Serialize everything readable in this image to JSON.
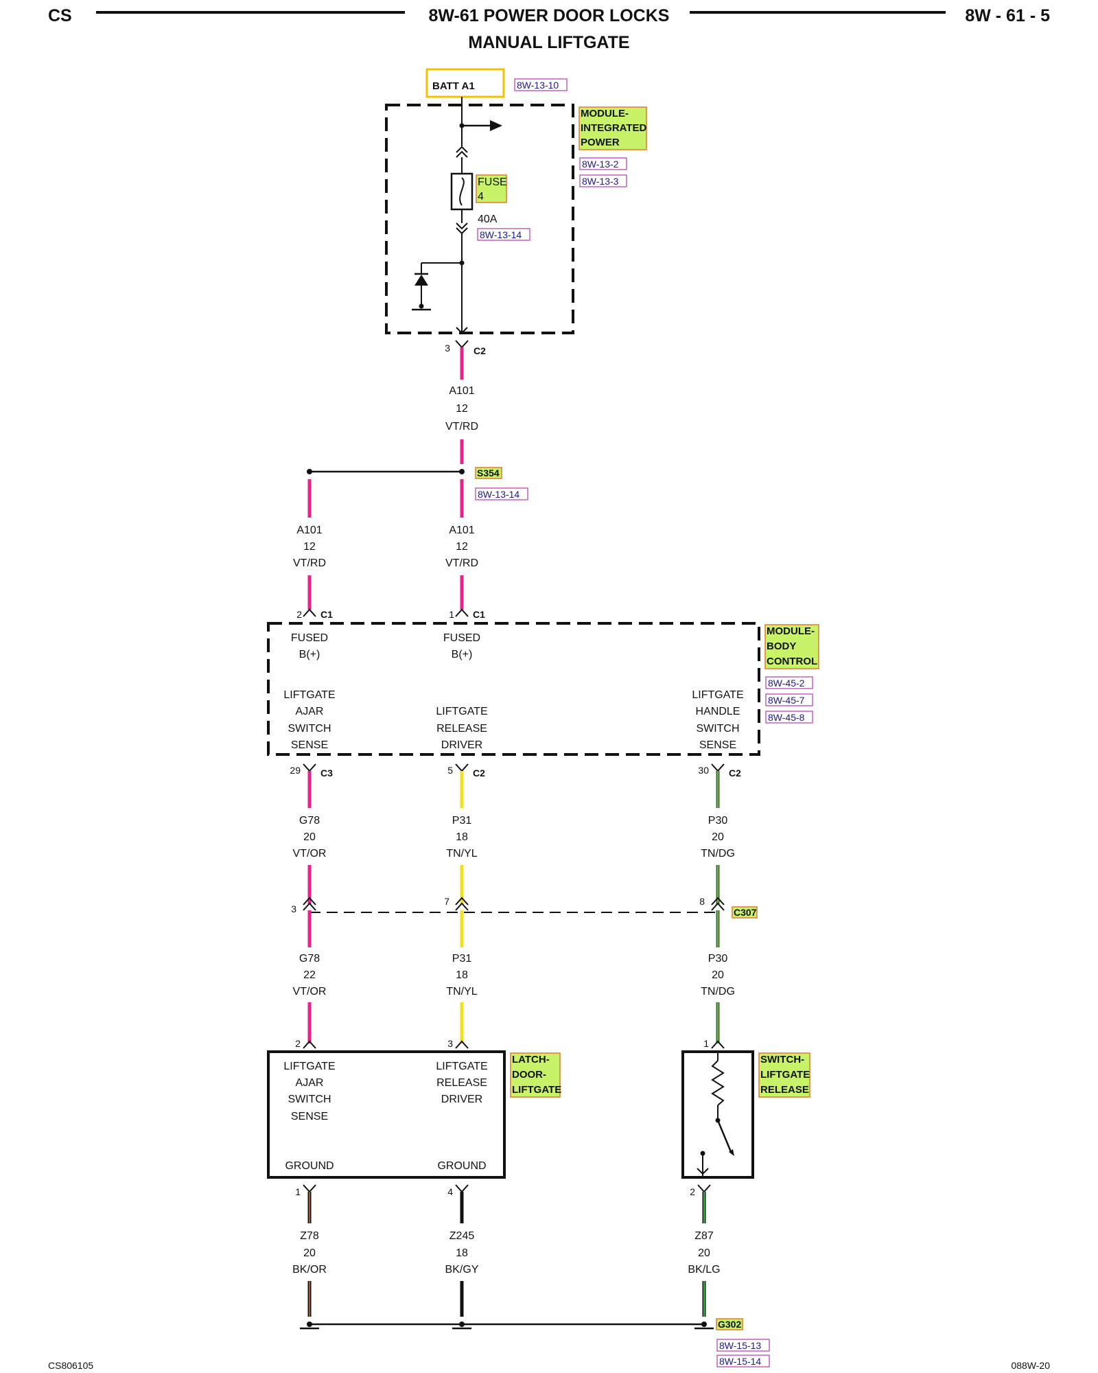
{
  "header": {
    "left": "CS",
    "title": "8W-61 POWER DOOR LOCKS",
    "subtitle": "MANUAL LIFTGATE",
    "right": "8W - 61 - 5"
  },
  "footer": {
    "left": "CS806105",
    "right": "088W-20"
  },
  "colors": {
    "vt_rd": "#e8238f",
    "tn_yl": "#f0e020",
    "tn_dg": "#1e7a2e",
    "bk": "#111111",
    "highlight": "#c8f268",
    "highlight_border": "#e07a30",
    "batt_border": "#f2c200",
    "ref_border": "#c060c0"
  },
  "battery": {
    "label": "BATT A1",
    "ref": "8W-13-10"
  },
  "ipm": {
    "name": [
      "MODULE-",
      "INTEGRATED",
      "POWER"
    ],
    "refs": [
      "8W-13-2",
      "8W-13-3"
    ],
    "fuse": [
      "FUSE",
      "4"
    ],
    "fuse_rating": "40A",
    "fuse_ref": "8W-13-14",
    "connector": "C2",
    "pin": "3"
  },
  "wire_a101_top": [
    "A101",
    "12",
    "VT/RD"
  ],
  "splice": {
    "label": "S354",
    "ref": "8W-13-14"
  },
  "wire_a101_left": [
    "A101",
    "12",
    "VT/RD"
  ],
  "wire_a101_right": [
    "A101",
    "12",
    "VT/RD"
  ],
  "bcm": {
    "name": [
      "MODULE-",
      "BODY",
      "CONTROL"
    ],
    "refs": [
      "8W-45-2",
      "8W-45-7",
      "8W-45-8"
    ],
    "pin_fused_left": "2",
    "conn_fused_left": "C1",
    "pin_fused_right": "1",
    "conn_fused_right": "C1",
    "fused_left": [
      "FUSED",
      "B(+)"
    ],
    "fused_right": [
      "FUSED",
      "B(+)"
    ],
    "ajar": [
      "LIFTGATE",
      "AJAR",
      "SWITCH",
      "SENSE"
    ],
    "release": [
      "LIFTGATE",
      "RELEASE",
      "DRIVER"
    ],
    "handle": [
      "LIFTGATE",
      "HANDLE",
      "SWITCH",
      "SENSE"
    ],
    "pin_ajar": "29",
    "conn_ajar": "C3",
    "pin_release": "5",
    "conn_release": "C2",
    "pin_handle": "30",
    "conn_handle": "C2"
  },
  "wire_g78_a": [
    "G78",
    "20",
    "VT/OR"
  ],
  "wire_p31_a": [
    "P31",
    "18",
    "TN/YL"
  ],
  "wire_p30_a": [
    "P30",
    "20",
    "TN/DG"
  ],
  "c307": {
    "label": "C307",
    "pin_g78": "3",
    "pin_p31": "7",
    "pin_p30": "8"
  },
  "wire_g78_b": [
    "G78",
    "22",
    "VT/OR"
  ],
  "wire_p31_b": [
    "P31",
    "18",
    "TN/YL"
  ],
  "wire_p30_b": [
    "P30",
    "20",
    "TN/DG"
  ],
  "latch": {
    "name": [
      "LATCH-",
      "DOOR-",
      "LIFTGATE"
    ],
    "pin_ajar": "2",
    "pin_release": "3",
    "ajar": [
      "LIFTGATE",
      "AJAR",
      "SWITCH",
      "SENSE"
    ],
    "release": [
      "LIFTGATE",
      "RELEASE",
      "DRIVER"
    ],
    "ground_left": "GROUND",
    "ground_right": "GROUND",
    "pin_gnd_left": "1",
    "pin_gnd_right": "4"
  },
  "switch": {
    "name": [
      "SWITCH-",
      "LIFTGATE",
      "RELEASE"
    ],
    "pin_top": "1",
    "pin_bottom": "2"
  },
  "wire_z78": [
    "Z78",
    "20",
    "BK/OR"
  ],
  "wire_z245": [
    "Z245",
    "18",
    "BK/GY"
  ],
  "wire_z87": [
    "Z87",
    "20",
    "BK/LG"
  ],
  "ground": {
    "label": "G302",
    "refs": [
      "8W-15-13",
      "8W-15-14"
    ]
  }
}
